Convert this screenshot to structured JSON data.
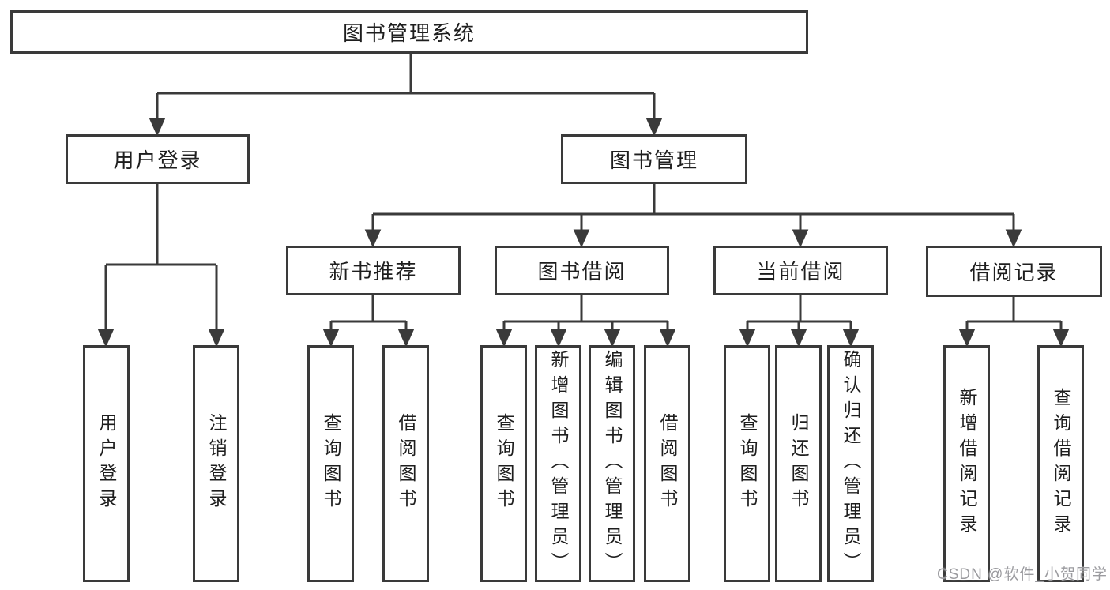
{
  "tree": {
    "root": "图书管理系统",
    "children": [
      {
        "label": "用户登录",
        "children": [
          "用户登录",
          "注销登录"
        ]
      },
      {
        "label": "图书管理",
        "children": [
          {
            "label": "新书推荐",
            "children": [
              "查询图书",
              "借阅图书"
            ]
          },
          {
            "label": "图书借阅",
            "children": [
              "查询图书",
              "新增图书（管理员）",
              "编辑图书（管理员）",
              "借阅图书"
            ]
          },
          {
            "label": "当前借阅",
            "children": [
              "查询图书",
              "归还图书",
              "确认归还（管理员）"
            ]
          },
          {
            "label": "借阅记录",
            "children": [
              "新增借阅记录",
              "查询借阅记录"
            ]
          }
        ]
      }
    ]
  },
  "watermark": {
    "text": "CSDN @软件_小贺同学"
  },
  "colors": {
    "line": "#3a3a3a",
    "box_border": "#3a3a3a",
    "text": "#1e1e1e",
    "watermark": "#9b9b9b",
    "background": "#ffffff"
  }
}
